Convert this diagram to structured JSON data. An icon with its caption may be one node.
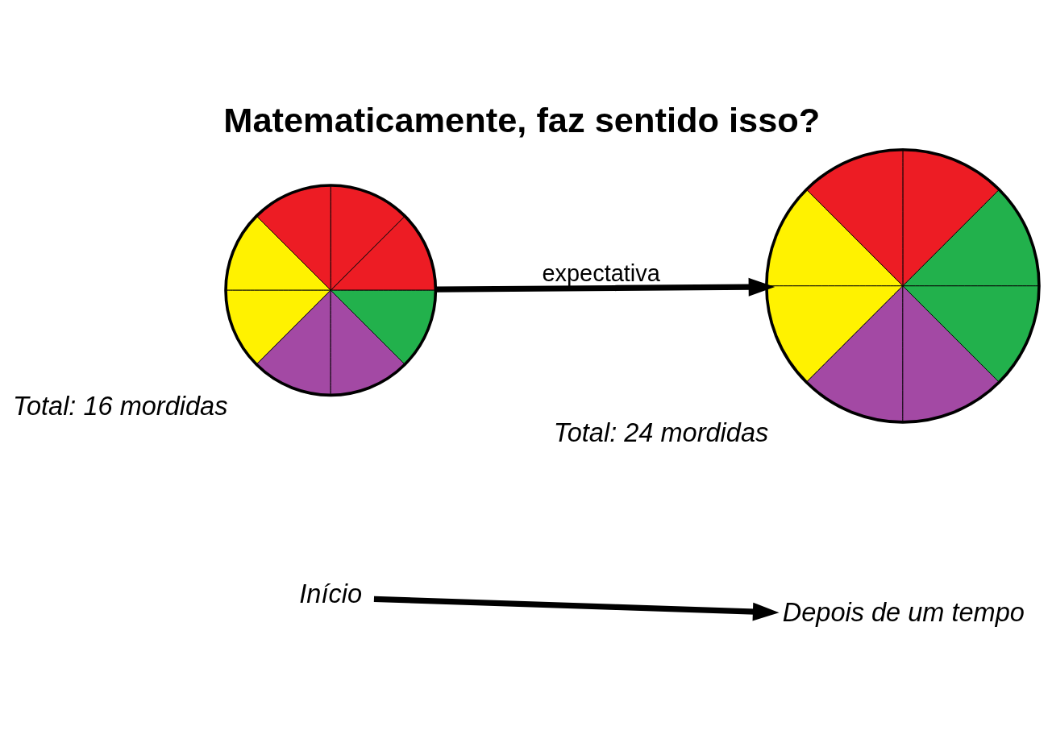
{
  "diagram": {
    "title": "Matematicamente, faz sentido isso?",
    "nodes": [
      {
        "text": [],
        "shape": "circle",
        "beside": [
          "Total: 16 mordidas"
        ]
      },
      {
        "text": [],
        "shape": "circle",
        "beside": [
          "Total: 24 mordidas"
        ]
      },
      {
        "text": [
          "Início"
        ]
      },
      {
        "text": [
          "Depois de um tempo"
        ]
      }
    ],
    "edges": [
      {
        "from": 0,
        "to": 1,
        "arrow": "to",
        "label": "expectativa"
      },
      {
        "from": 2,
        "to": 3,
        "arrow": "to"
      }
    ]
  }
}
